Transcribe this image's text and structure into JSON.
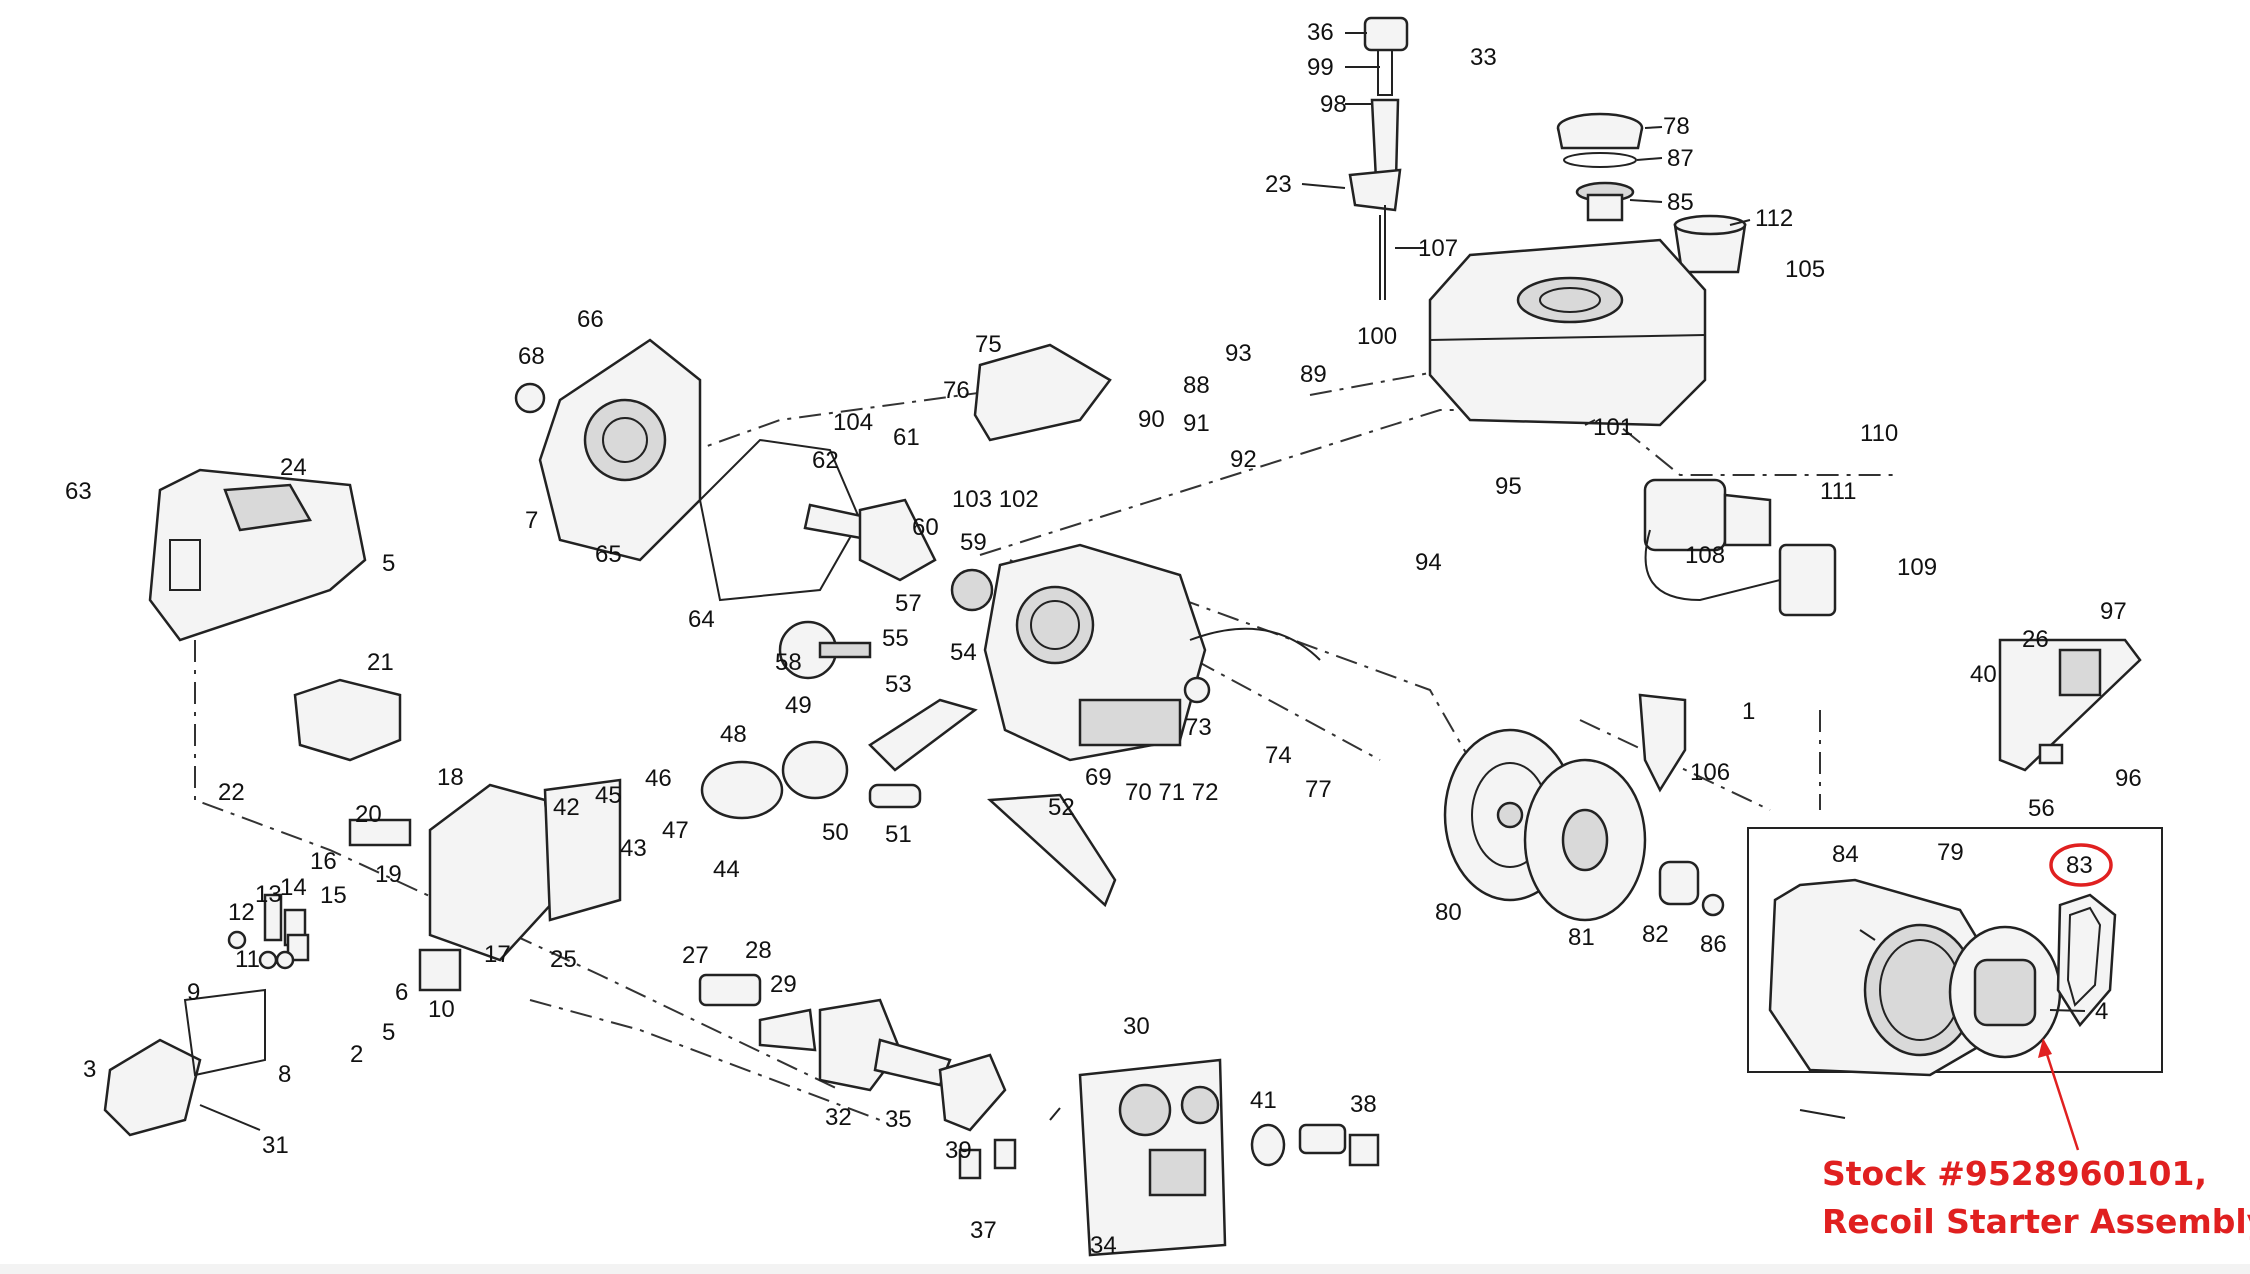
{
  "callout": {
    "highlighted_part": "83",
    "line1": "Stock #9528960101,",
    "line2": "Recoil Starter Assembly",
    "color": "#e02020"
  },
  "part_numbers": [
    "36",
    "33",
    "99",
    "98",
    "78",
    "87",
    "23",
    "85",
    "112",
    "107",
    "105",
    "100",
    "101",
    "66",
    "68",
    "75",
    "76",
    "93",
    "89",
    "88",
    "90",
    "91",
    "92",
    "104",
    "61",
    "62",
    "103 102",
    "110",
    "63",
    "24",
    "7",
    "65",
    "60",
    "95",
    "111",
    "59",
    "5",
    "94",
    "108",
    "109",
    "64",
    "57",
    "55",
    "54",
    "97",
    "58",
    "26",
    "40",
    "21",
    "49",
    "53",
    "73",
    "1",
    "74",
    "106",
    "77",
    "96",
    "48",
    "69",
    "70 71 72",
    "56",
    "18",
    "22",
    "20",
    "50",
    "51",
    "52",
    "42",
    "45",
    "46",
    "47",
    "84",
    "43",
    "44",
    "16",
    "19",
    "17",
    "13",
    "14",
    "15",
    "12",
    "10",
    "11",
    "25",
    "27",
    "28",
    "29",
    "83",
    "79",
    "80",
    "81",
    "82",
    "86",
    "4",
    "9",
    "5",
    "6",
    "8",
    "2",
    "3",
    "31",
    "32",
    "35",
    "39",
    "30",
    "41",
    "38",
    "37",
    "34"
  ]
}
